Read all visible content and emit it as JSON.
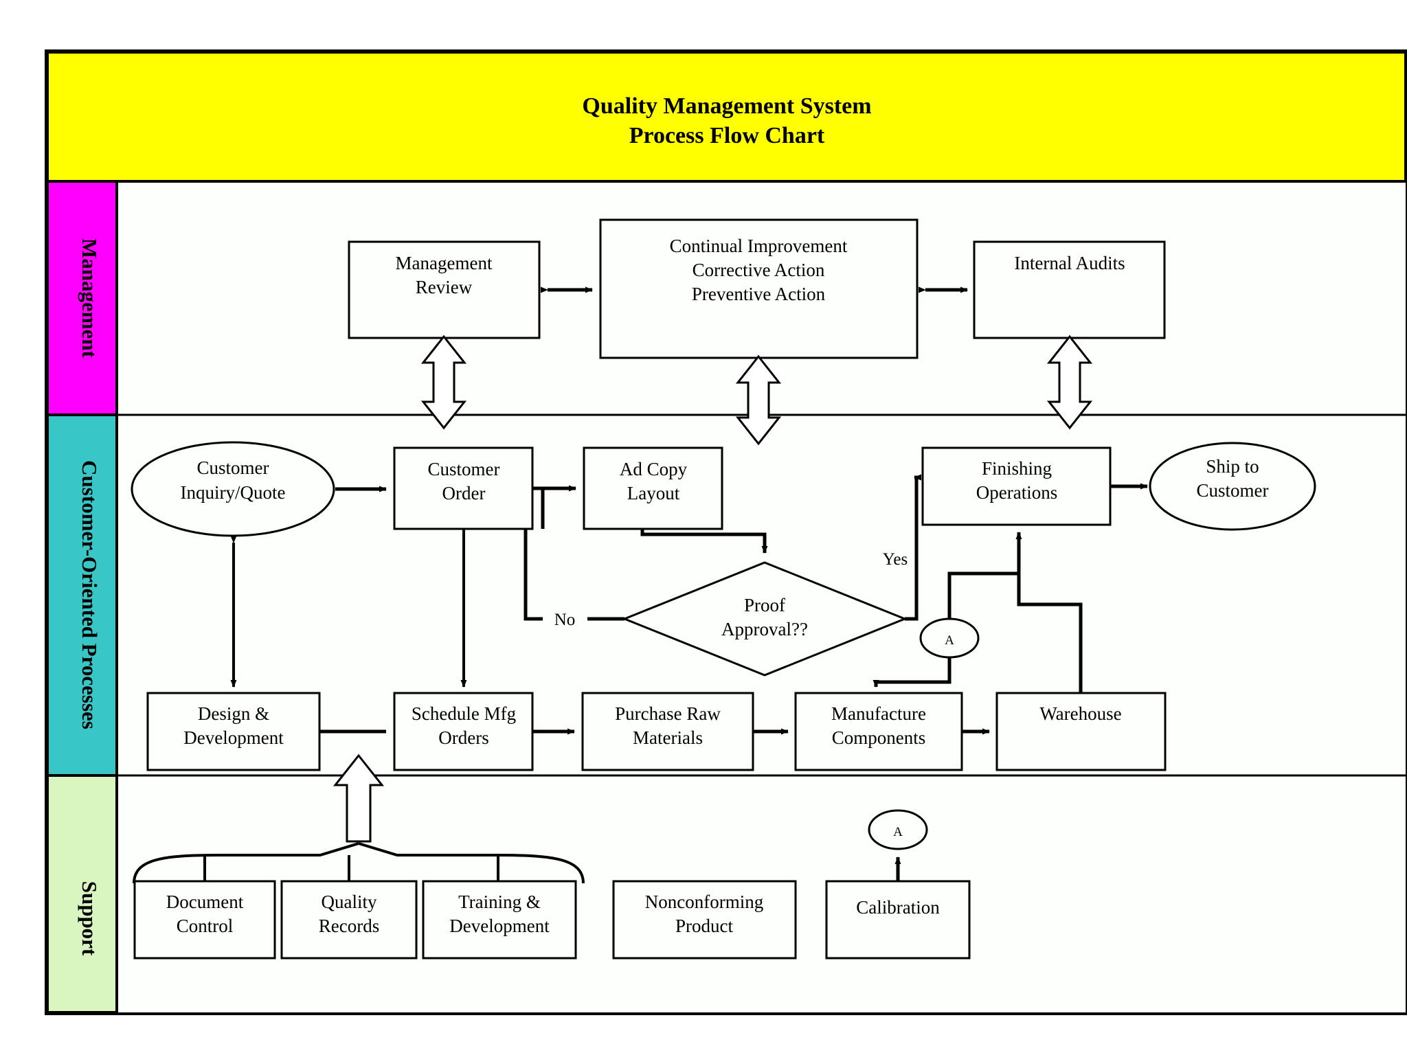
{
  "title": {
    "line1": "Quality Management System",
    "line2": "Process Flow Chart",
    "background": "#ffff00"
  },
  "bands": [
    {
      "label": "Management",
      "color": "#ff00ff"
    },
    {
      "label": "Customer-Oriented Processes",
      "color": "#38c6c6"
    },
    {
      "label": "Support",
      "color": "#d9f5c0"
    }
  ],
  "management": {
    "boxes": [
      {
        "name": "management-review",
        "lines": [
          "Management",
          "Review"
        ]
      },
      {
        "name": "continual-improvement",
        "lines": [
          "Continual Improvement",
          "Corrective Action",
          "Preventive Action"
        ]
      },
      {
        "name": "internal-audits",
        "lines": [
          "Internal Audits"
        ]
      }
    ]
  },
  "customer_processes": {
    "nodes": [
      {
        "name": "customer-inquiry-quote",
        "shape": "ellipse",
        "lines": [
          "Customer",
          "Inquiry/Quote"
        ]
      },
      {
        "name": "customer-order",
        "shape": "rect",
        "lines": [
          "Customer",
          "Order"
        ]
      },
      {
        "name": "ad-copy-layout",
        "shape": "rect",
        "lines": [
          "Ad Copy",
          "Layout"
        ]
      },
      {
        "name": "proof-approval",
        "shape": "diamond",
        "lines": [
          "Proof",
          "Approval??"
        ]
      },
      {
        "name": "finishing-operations",
        "shape": "rect",
        "lines": [
          "Finishing",
          "Operations"
        ]
      },
      {
        "name": "ship-to-customer",
        "shape": "ellipse",
        "lines": [
          "Ship to",
          "Customer"
        ]
      },
      {
        "name": "design-development",
        "shape": "rect",
        "lines": [
          "Design &",
          "Development"
        ]
      },
      {
        "name": "schedule-mfg-orders",
        "shape": "rect",
        "lines": [
          "Schedule Mfg",
          "Orders"
        ]
      },
      {
        "name": "purchase-raw-materials",
        "shape": "rect",
        "lines": [
          "Purchase Raw",
          "Materials"
        ]
      },
      {
        "name": "manufacture-components",
        "shape": "rect",
        "lines": [
          "Manufacture",
          "Components"
        ]
      },
      {
        "name": "warehouse",
        "shape": "rect",
        "lines": [
          "Warehouse"
        ]
      }
    ],
    "edge_labels": {
      "yes": "Yes",
      "no": "No"
    },
    "connectors": [
      {
        "name": "connector-a-process",
        "letter": "A"
      },
      {
        "name": "connector-a-calibration",
        "letter": "A"
      }
    ]
  },
  "support": {
    "boxes": [
      {
        "name": "document-control",
        "lines": [
          "Document",
          "Control"
        ]
      },
      {
        "name": "quality-records",
        "lines": [
          "Quality",
          "Records"
        ]
      },
      {
        "name": "training-development",
        "lines": [
          "Training &",
          "Development"
        ]
      },
      {
        "name": "nonconforming-product",
        "lines": [
          "Nonconforming",
          "Product"
        ]
      },
      {
        "name": "calibration",
        "lines": [
          "Calibration"
        ]
      }
    ]
  },
  "chart_data": {
    "type": "diagram",
    "title": "Quality Management System Process Flow Chart",
    "swimlanes": [
      "Management",
      "Customer-Oriented Processes",
      "Support"
    ]
  }
}
